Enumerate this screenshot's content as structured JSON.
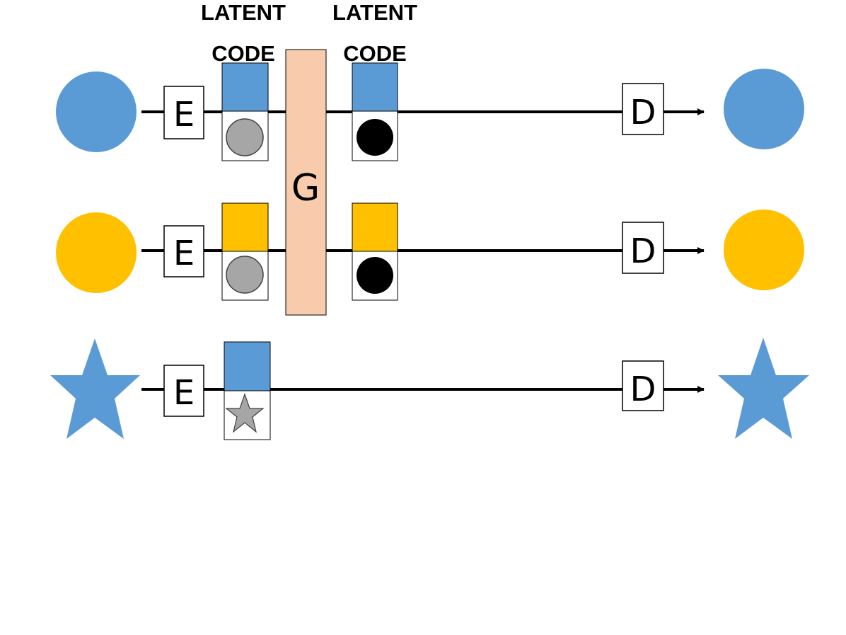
{
  "labels": {
    "latent_code_1_line1": "LATENT",
    "latent_code_1_line2": "CODE",
    "latent_code_2_line1": "LATENT",
    "latent_code_2_line2": "CODE"
  },
  "blocks": {
    "encoder": "E",
    "decoder": "D",
    "generator": "G"
  },
  "colors": {
    "blue": "#5b9bd5",
    "yellow": "#ffc000",
    "gray": "#a6a6a6",
    "black": "#000000",
    "generator_fill": "#f8cbad"
  },
  "rows": [
    {
      "input_shape": "circle",
      "input_color": "blue",
      "code_color": "blue",
      "code_attribute": "gray-circle",
      "transformed_attribute": "black-circle",
      "output_shape": "circle",
      "output_color": "blue"
    },
    {
      "input_shape": "circle",
      "input_color": "yellow",
      "code_color": "yellow",
      "code_attribute": "gray-circle",
      "transformed_attribute": "black-circle",
      "output_shape": "circle",
      "output_color": "yellow"
    },
    {
      "input_shape": "star",
      "input_color": "blue",
      "code_color": "blue",
      "code_attribute": "gray-star",
      "output_shape": "star",
      "output_color": "blue"
    }
  ]
}
